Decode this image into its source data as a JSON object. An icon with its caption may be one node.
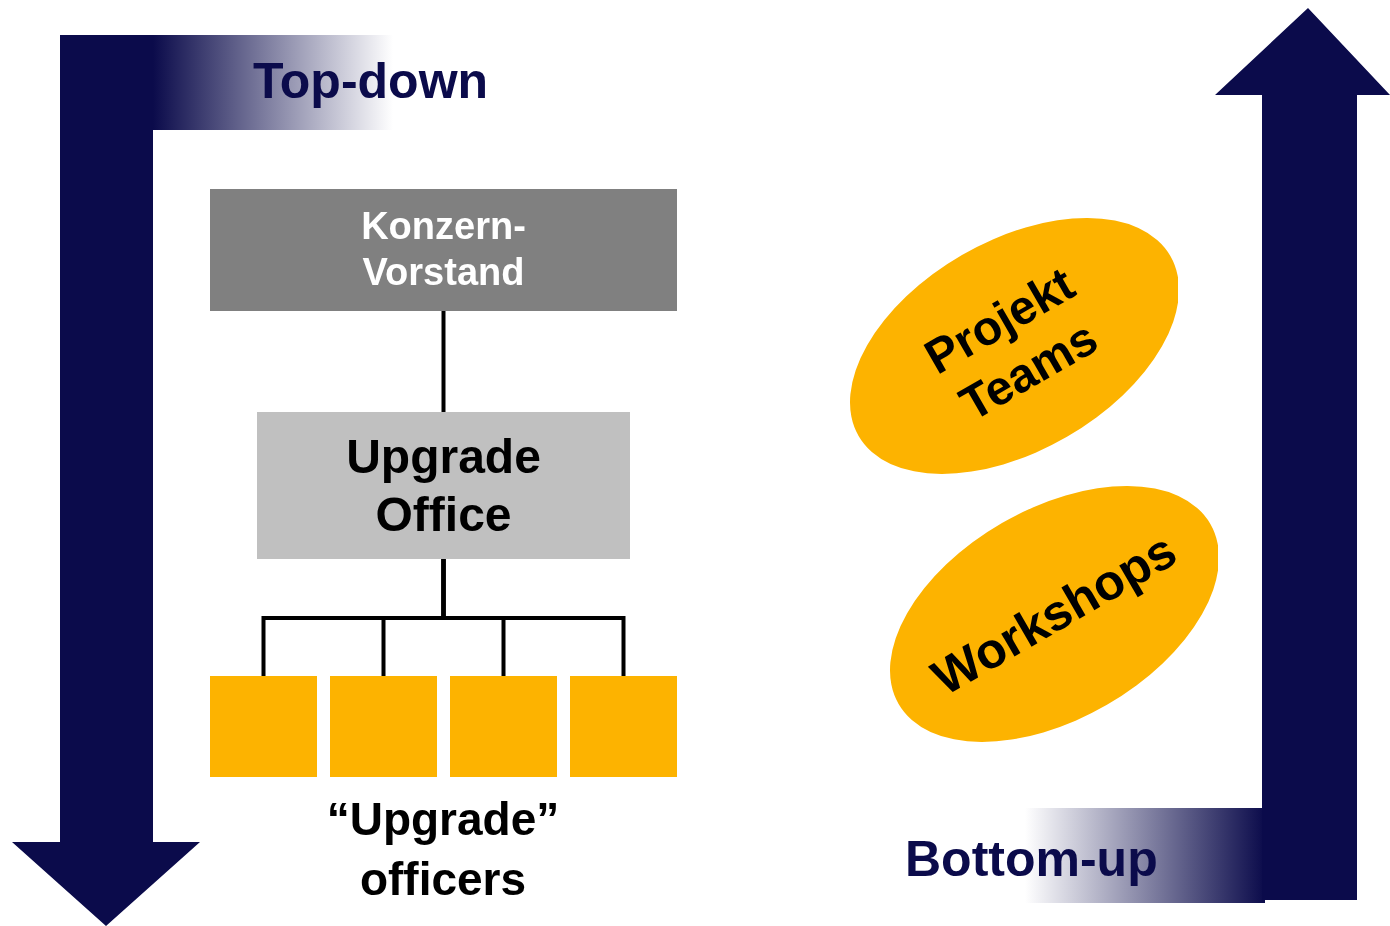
{
  "diagram": {
    "nodes": [
      {
        "text": [
          "Konzern-Vorstand"
        ]
      },
      {
        "text": [
          "Upgrade Office"
        ]
      },
      {
        "text": [],
        "shape": "box"
      },
      {
        "text": [],
        "shape": "box"
      },
      {
        "text": [],
        "shape": "box"
      },
      {
        "text": [],
        "shape": "box"
      },
      {
        "text": [
          "Projekt Teams"
        ]
      },
      {
        "text": [
          "Workshops"
        ]
      }
    ],
    "edges": [
      {
        "from": 0,
        "to": 1,
        "arrow": "none"
      },
      {
        "from": 1,
        "to": 2,
        "arrow": "none"
      },
      {
        "from": 1,
        "to": 3,
        "arrow": "none"
      },
      {
        "from": 1,
        "to": 4,
        "arrow": "none"
      },
      {
        "from": 1,
        "to": 5,
        "arrow": "none"
      }
    ],
    "labels": [
      "Top-down",
      "“Upgrade” officers",
      "Bottom-up"
    ]
  }
}
